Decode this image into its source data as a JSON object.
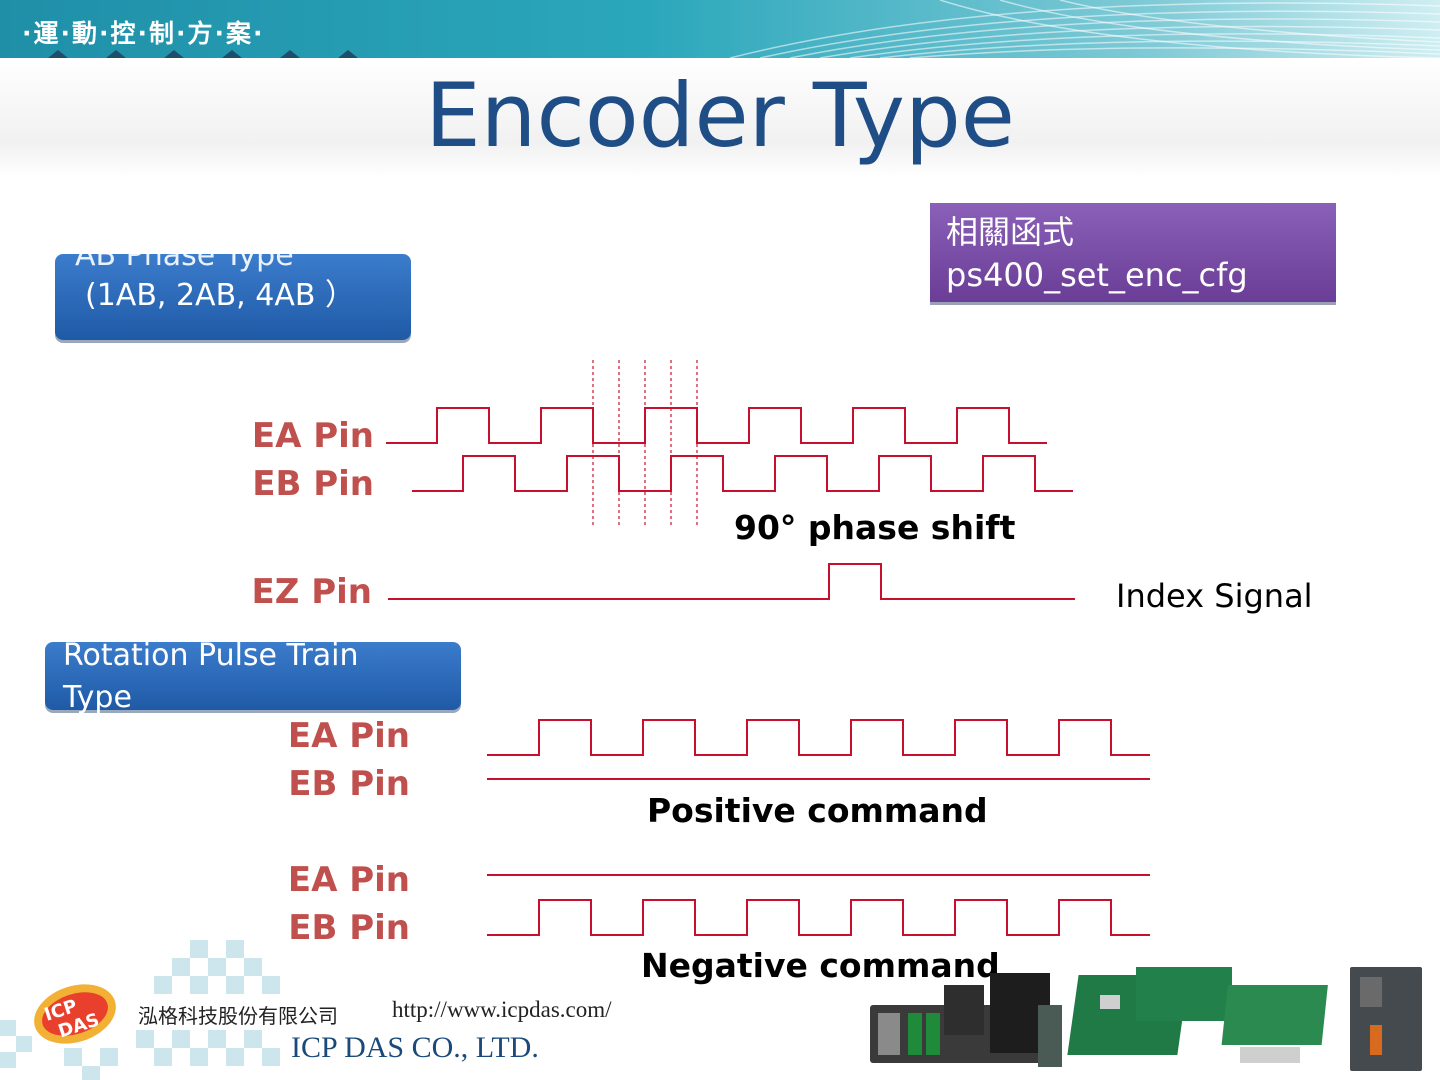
{
  "banner": {
    "title": "·運·動·控·制·方·案·"
  },
  "slide": {
    "title": "Encoder Type"
  },
  "function_box": {
    "line1": "相關函式",
    "line2": "ps400_set_enc_cfg"
  },
  "ab_phase": {
    "label_line1": "AB Phase Type",
    "label_line2": "(1AB, 2AB, 4AB ）",
    "pins": {
      "ea": "EA Pin",
      "eb": "EB Pin",
      "ez": "EZ Pin"
    },
    "phase_caption": "90° phase shift",
    "index_caption": "Index Signal"
  },
  "rotation": {
    "label_line1": "Rotation Pulse Train",
    "label_line2": "Type",
    "positive": {
      "ea": "EA Pin",
      "eb": "EB Pin",
      "caption": "Positive command"
    },
    "negative": {
      "ea": "EA Pin",
      "eb": "EB Pin",
      "caption": "Negative command"
    }
  },
  "footer": {
    "company_cn": "泓格科技股份有限公司",
    "url": "http://www.icpdas.com/",
    "company_en": "ICP DAS CO., LTD.",
    "logo_text": "ICP DAS"
  },
  "colors": {
    "signal": "#c8102e",
    "title": "#1f4e87",
    "pin_label": "#c0504d",
    "function_box": "#7a4fab",
    "pill": "#2a69b8"
  }
}
